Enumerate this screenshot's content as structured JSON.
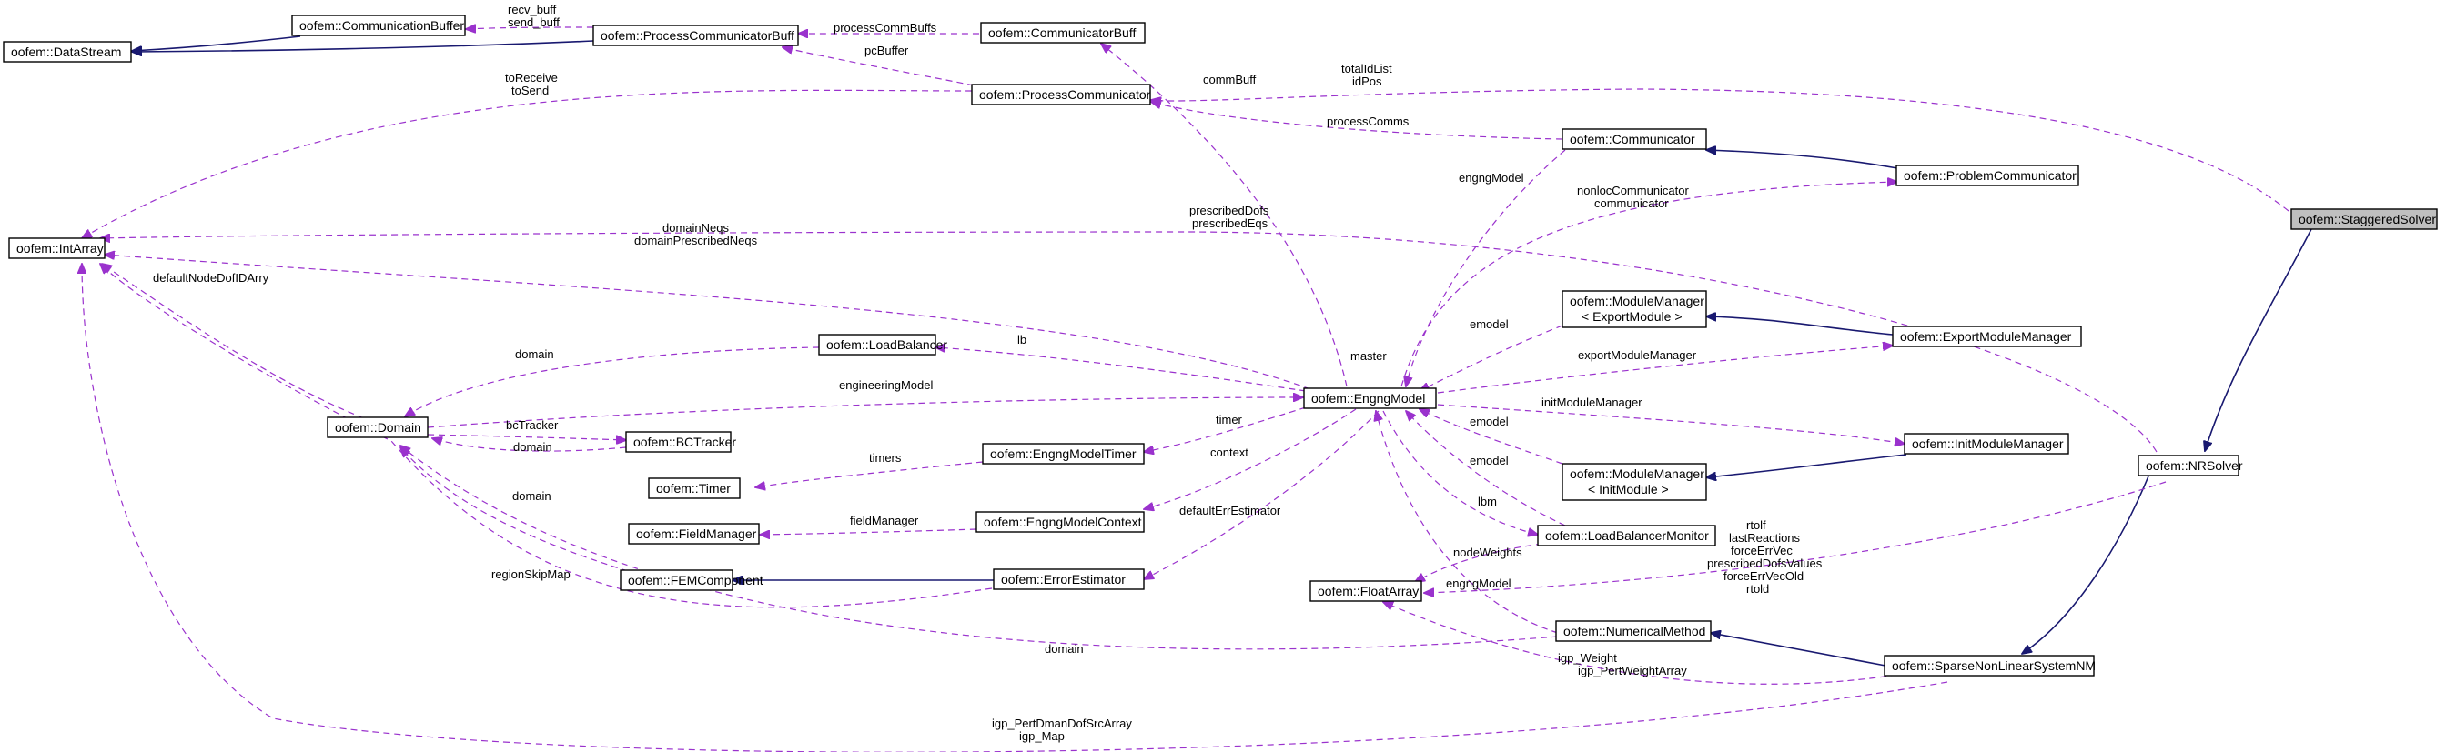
{
  "colors": {
    "inheritance_arrow": "#191970",
    "usage_arrow": "#9a32cd",
    "highlighted_node_fill": "#bfbfbf",
    "node_fill": "#ffffff"
  },
  "nodes": {
    "staggered_solver": "oofem::StaggeredSolver",
    "nr_solver": "oofem::NRSolver",
    "sparse_nonlinear_system_nm": "oofem::SparseNonLinearSystemNM",
    "numerical_method": "oofem::NumericalMethod",
    "float_array": "oofem::FloatArray",
    "int_array": "oofem::IntArray",
    "engng_model": "oofem::EngngModel",
    "domain": "oofem::Domain",
    "data_stream": "oofem::DataStream",
    "communication_buffer": "oofem::CommunicationBuffer",
    "process_communicator_buff": "oofem::ProcessCommunicatorBuff",
    "communicator_buff": "oofem::CommunicatorBuff",
    "process_communicator": "oofem::ProcessCommunicator",
    "communicator": "oofem::Communicator",
    "problem_communicator": "oofem::ProblemCommunicator",
    "module_manager_export_line1": "oofem::ModuleManager",
    "module_manager_export_line2": "< ExportModule >",
    "export_module_manager": "oofem::ExportModuleManager",
    "init_module_manager": "oofem::InitModuleManager",
    "module_manager_init_line1": "oofem::ModuleManager",
    "module_manager_init_line2": "< InitModule >",
    "load_balancer": "oofem::LoadBalancer",
    "bc_tracker": "oofem::BCTracker",
    "timer": "oofem::Timer",
    "engng_model_timer": "oofem::EngngModelTimer",
    "field_manager": "oofem::FieldManager",
    "engng_model_context": "oofem::EngngModelContext",
    "fem_component": "oofem::FEMComponent",
    "error_estimator": "oofem::ErrorEstimator",
    "load_balancer_monitor": "oofem::LoadBalancerMonitor"
  },
  "edge_labels": {
    "recv_buff": "recv_buff",
    "send_buff": "send_buff",
    "process_comm_buffs": "processCommBuffs",
    "pc_buffer": "pcBuffer",
    "comm_buff": "commBuff",
    "total_id_list": "totalIdList",
    "id_pos": "idPos",
    "to_receive": "toReceive",
    "to_send": "toSend",
    "process_comms": "processComms",
    "engng_model": "engngModel",
    "nonloc_communicator": "nonlocCommunicator",
    "communicator": "communicator",
    "prescribed_dofs": "prescribedDofs",
    "prescribed_eqs": "prescribedEqs",
    "domain_neqs": "domainNeqs",
    "domain_prescribed_neqs": "domainPrescribedNeqs",
    "default_node_dof_id_arry": "defaultNodeDofIDArry",
    "domain_lb": "domain",
    "lb": "lb",
    "master": "master",
    "emodel_export": "emodel",
    "export_module_manager": "exportModuleManager",
    "engineering_model": "engineeringModel",
    "bc_tracker": "bcTracker",
    "domain_bc": "domain",
    "timer": "timer",
    "init_module_manager": "initModuleManager",
    "emodel_init": "emodel",
    "timers": "timers",
    "context": "context",
    "emodel_lbm": "emodel",
    "domain_fem": "domain",
    "field_manager": "fieldManager",
    "lbm": "lbm",
    "default_err_estimator": "defaultErrEstimator",
    "rtolf": "rtolf",
    "last_reactions": "lastReactions",
    "force_err_vec": "forceErrVec",
    "prescribed_dofs_values": "prescribedDofsValues",
    "force_err_vec_old": "forceErrVecOld",
    "rtold": "rtold",
    "node_weights": "nodeWeights",
    "engng_model_nm": "engngModel",
    "region_skip_map": "regionSkipMap",
    "domain_nm": "domain",
    "igp_weight": "igp_Weight",
    "igp_pert_weight_array": "igp_PertWeightArray",
    "igp_pert_dman_dof_src_array": "igp_PertDmanDofSrcArray",
    "igp_map": "igp_Map"
  }
}
